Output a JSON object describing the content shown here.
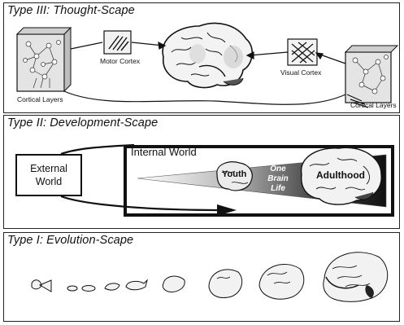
{
  "panels": {
    "type3": {
      "title": "Type III:  Thought-Scape",
      "motor_cortex": "Motor Cortex",
      "visual_cortex": "Visual Cortex",
      "cortical_layers_left": "Cortical Layers",
      "cortical_layers_right": "Cortical Layers"
    },
    "type2": {
      "title": "Type II:  Development-Scape",
      "external_world": "External World",
      "internal_world": "Internal World",
      "youth": "Youth",
      "one_brain_life": "One Brain Life",
      "adulthood": "Adulthood"
    },
    "type1": {
      "title": "Type I:  Evolution-Scape"
    }
  }
}
